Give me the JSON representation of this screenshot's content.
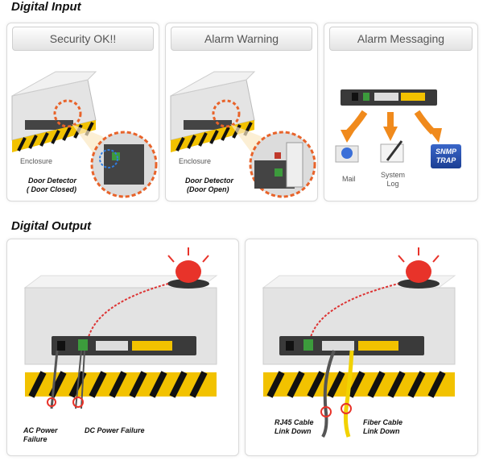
{
  "digital_input": {
    "title": "Digital Input",
    "panels": [
      {
        "header": "Security OK!!",
        "enclosure_label": "Enclosure",
        "detector_label_1": "Door Detector",
        "detector_label_2": "( Door Closed)"
      },
      {
        "header": "Alarm Warning",
        "enclosure_label": "Enclosure",
        "detector_label_1": "Door Detector",
        "detector_label_2": "(Door Open)"
      },
      {
        "header": "Alarm Messaging",
        "mail_label": "Mail",
        "syslog_label_1": "System",
        "syslog_label_2": "Log",
        "snmp_label_1": "SNMP",
        "snmp_label_2": "TRAP"
      }
    ]
  },
  "digital_output": {
    "title": "Digital Output",
    "panels": [
      {
        "failure_label_1": "AC Power",
        "failure_label_2": "Failure",
        "failure_label_3": "DC Power Failure"
      },
      {
        "link_label_1": "RJ45 Cable",
        "link_label_2": "Link Down",
        "link_label_3": "Fiber Cable",
        "link_label_4": "Link Down"
      }
    ]
  },
  "colors": {
    "alarm_red": "#e8332a",
    "hazard_yellow": "#f2c200",
    "dashed_orange": "#e8632a",
    "snmp_blue": "#2a52b5",
    "arrow_orange": "#f08a1c"
  }
}
